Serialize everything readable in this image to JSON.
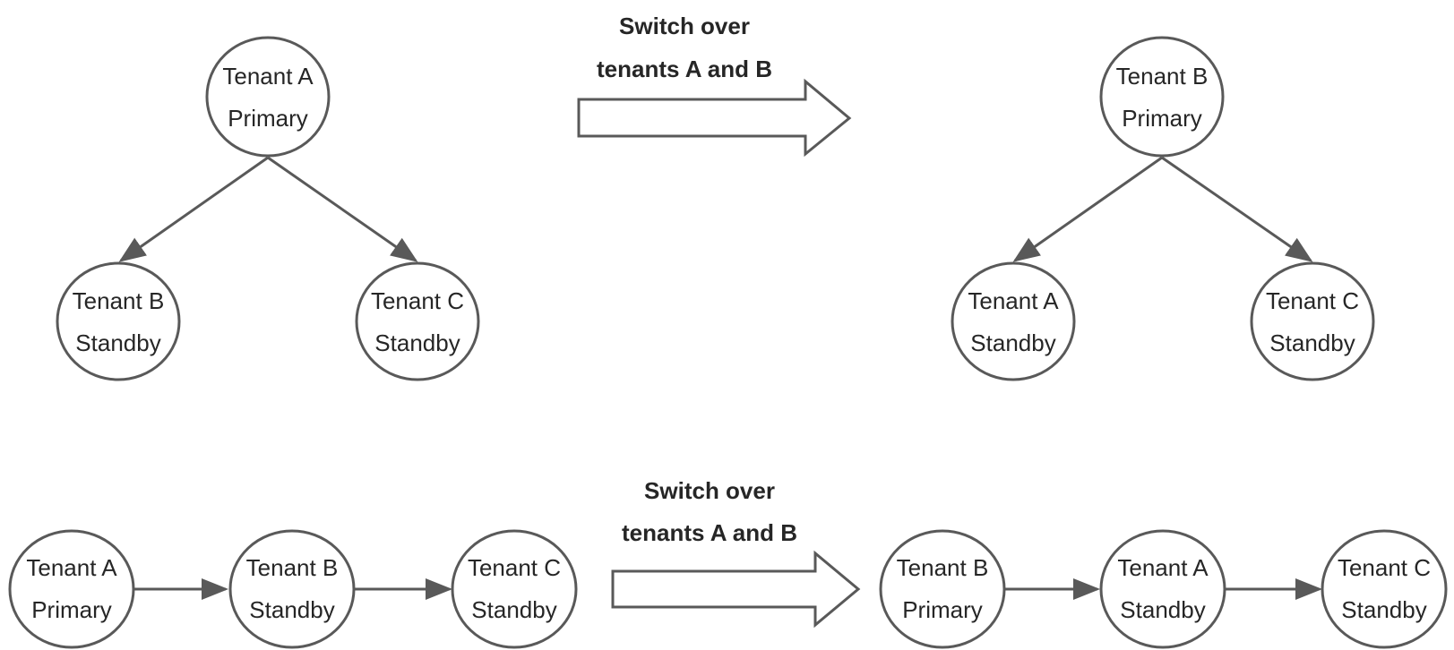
{
  "top": {
    "before": {
      "primary": {
        "name": "Tenant A",
        "role": "Primary"
      },
      "standby_left": {
        "name": "Tenant B",
        "role": "Standby"
      },
      "standby_right": {
        "name": "Tenant C",
        "role": "Standby"
      }
    },
    "transition": {
      "line1": "Switch over",
      "line2": "tenants A and B"
    },
    "after": {
      "primary": {
        "name": "Tenant B",
        "role": "Primary"
      },
      "standby_left": {
        "name": "Tenant A",
        "role": "Standby"
      },
      "standby_right": {
        "name": "Tenant C",
        "role": "Standby"
      }
    }
  },
  "bottom": {
    "before": [
      {
        "name": "Tenant A",
        "role": "Primary"
      },
      {
        "name": "Tenant B",
        "role": "Standby"
      },
      {
        "name": "Tenant C",
        "role": "Standby"
      }
    ],
    "transition": {
      "line1": "Switch over",
      "line2": "tenants A and B"
    },
    "after": [
      {
        "name": "Tenant B",
        "role": "Primary"
      },
      {
        "name": "Tenant A",
        "role": "Standby"
      },
      {
        "name": "Tenant C",
        "role": "Standby"
      }
    ]
  }
}
